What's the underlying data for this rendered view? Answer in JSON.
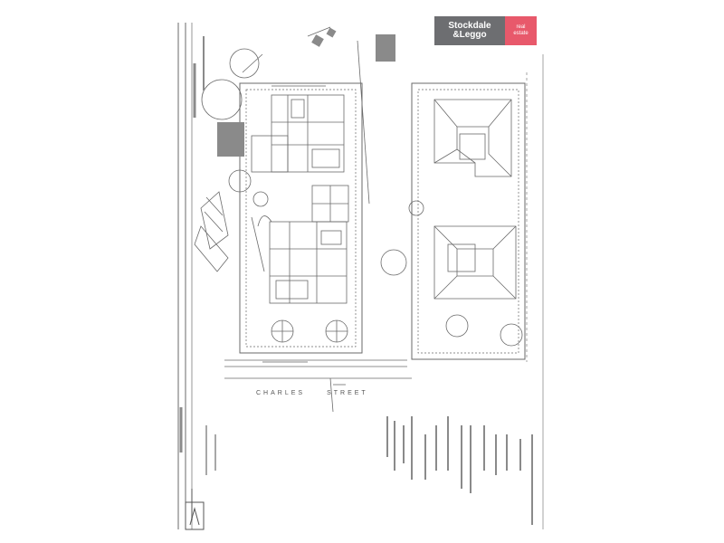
{
  "brand": {
    "line1": "Stockdale",
    "line2": "&Leggo",
    "tag_line1": "real",
    "tag_line2": "estate",
    "primary_color": "#6d6e71",
    "accent_color": "#e8596b"
  },
  "plan": {
    "street_word1": "CHARLES",
    "street_word2": "STREET"
  }
}
